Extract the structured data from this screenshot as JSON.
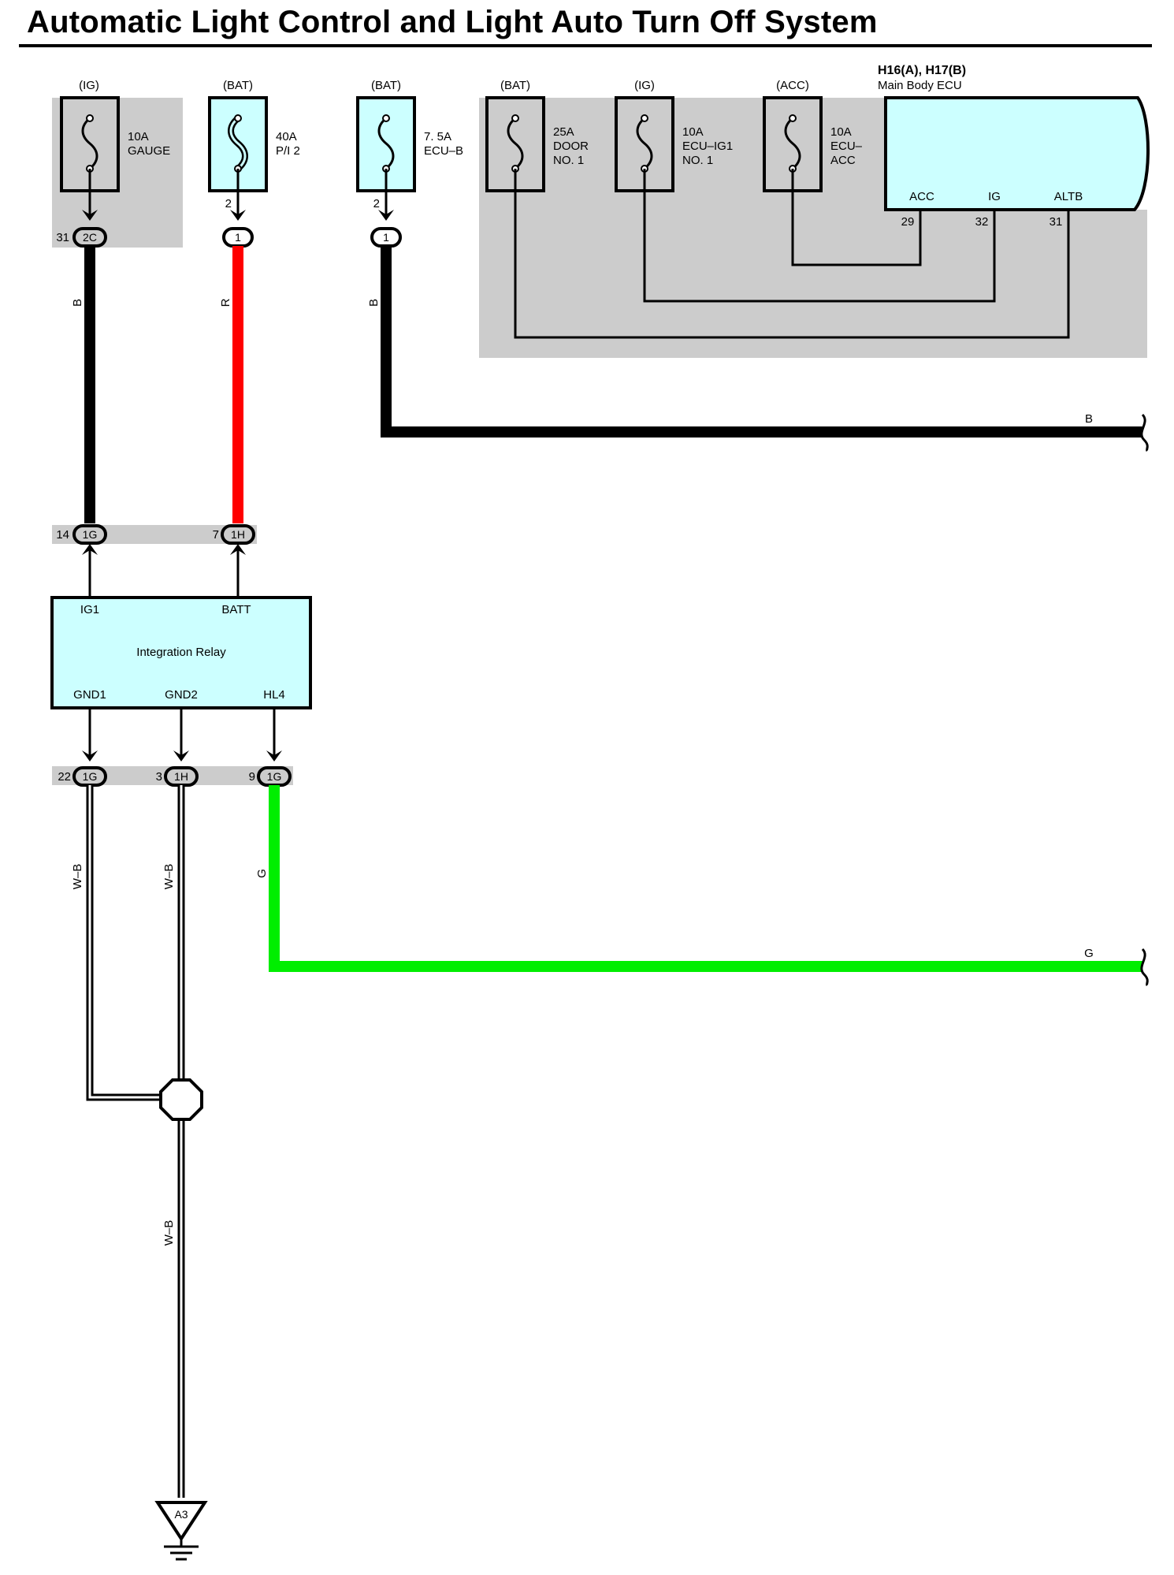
{
  "title": "Automatic Light Control and Light Auto Turn Off System",
  "colors": {
    "block_fill": "#ccffff",
    "shade": "#cccccc",
    "wire_black": "#000000",
    "wire_red": "#ff0000",
    "wire_green": "#00ee00"
  },
  "fuses": [
    {
      "source": "(IG)",
      "rating": "10A",
      "name": "GAUGE",
      "pin": "",
      "conn_pin": "31",
      "conn": "2C"
    },
    {
      "source": "(BAT)",
      "rating": "40A",
      "name": "P/I 2",
      "pin": "2",
      "conn_pin": "",
      "conn": "1"
    },
    {
      "source": "(BAT)",
      "rating": "7. 5A",
      "name": "ECU–B",
      "pin": "2",
      "conn_pin": "",
      "conn": "1"
    },
    {
      "source": "(BAT)",
      "rating": "25A",
      "name": "DOOR",
      "name2": "NO. 1"
    },
    {
      "source": "(IG)",
      "rating": "10A",
      "name": "ECU–IG1",
      "name2": "NO. 1"
    },
    {
      "source": "(ACC)",
      "rating": "10A",
      "name": "ECU–",
      "name2": "ACC"
    }
  ],
  "main_ecu": {
    "connector": "H16(A), H17(B)",
    "name": "Main Body ECU",
    "terminals": [
      {
        "label": "ACC",
        "pin": "29"
      },
      {
        "label": "IG",
        "pin": "32"
      },
      {
        "label": "ALTB",
        "pin": "31"
      }
    ]
  },
  "wires": {
    "w1": "B",
    "w2": "R",
    "w3": "B",
    "w3_end": "B",
    "gnd1": "W–B",
    "gnd2": "W–B",
    "hl4": "G",
    "hl4_end": "G",
    "ground": "W–B"
  },
  "relay_connectors": {
    "top": [
      {
        "pin": "14",
        "conn": "1G"
      },
      {
        "pin": "7",
        "conn": "1H"
      }
    ],
    "bottom": [
      {
        "pin": "22",
        "conn": "1G"
      },
      {
        "pin": "3",
        "conn": "1H"
      },
      {
        "pin": "9",
        "conn": "1G"
      }
    ]
  },
  "relay": {
    "name": "Integration Relay",
    "ig1": "IG1",
    "batt": "BATT",
    "gnd1": "GND1",
    "gnd2": "GND2",
    "hl4": "HL4"
  },
  "ground_point": "A3"
}
